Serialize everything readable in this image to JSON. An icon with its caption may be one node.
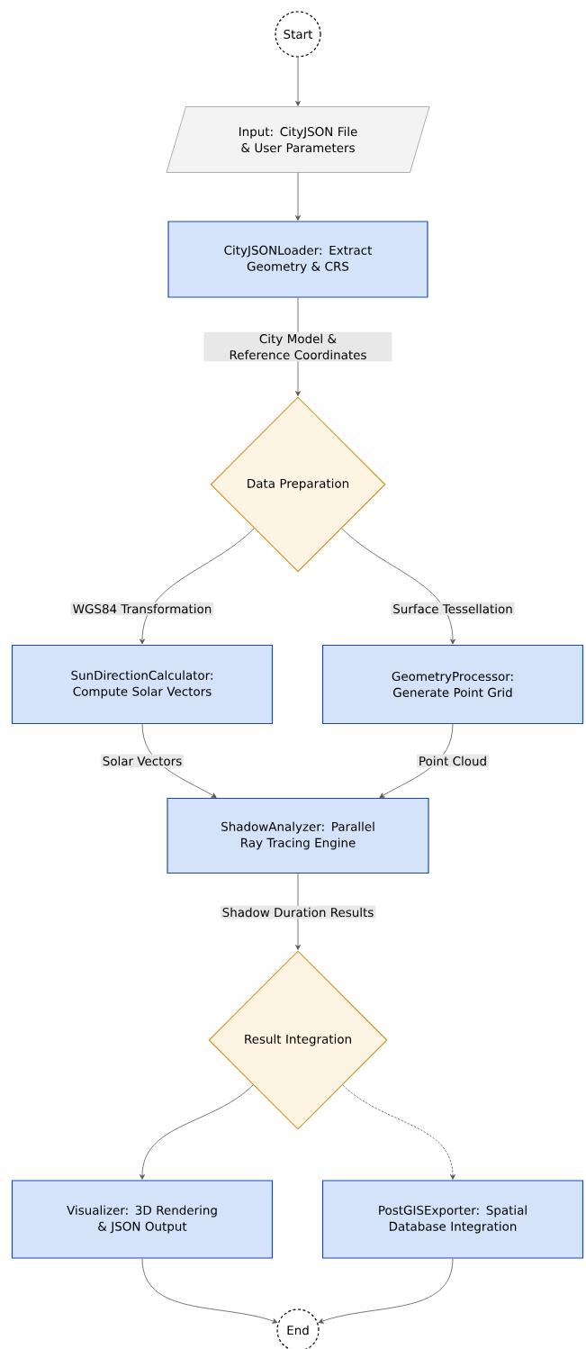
{
  "diagram": {
    "nodes": [
      {
        "text": [
          "Start"
        ]
      },
      {
        "text": [
          "Input: CityJSON File & User Parameters"
        ]
      },
      {
        "text": [
          "CityJSONLoader: Extract Geometry & CRS"
        ]
      },
      {
        "text": [
          "Data Preparation"
        ]
      },
      {
        "text": [
          "SunDirectionCalculator: Compute Solar Vectors"
        ]
      },
      {
        "text": [
          "GeometryProcessor: Generate Point Grid"
        ]
      },
      {
        "text": [
          "ShadowAnalyzer: Parallel Ray Tracing Engine"
        ]
      },
      {
        "text": [
          "Result Integration"
        ]
      },
      {
        "text": [
          "Visualizer: 3D Rendering & JSON Output"
        ]
      },
      {
        "text": [
          "PostGISExporter: Spatial Database Integration"
        ]
      },
      {
        "text": [
          "End"
        ]
      }
    ],
    "edges": [
      {
        "from": 0,
        "to": 1,
        "arrow": "to"
      },
      {
        "from": 1,
        "to": 2,
        "arrow": "to"
      },
      {
        "from": 2,
        "to": 3,
        "arrow": "to",
        "label": "City Model & Reference Coordinates"
      },
      {
        "from": 3,
        "to": 4,
        "arrow": "to",
        "label": "WGS84 Transformation"
      },
      {
        "from": 3,
        "to": 5,
        "arrow": "to",
        "label": "Surface Tessellation"
      },
      {
        "from": 4,
        "to": 6,
        "arrow": "to",
        "label": "Solar Vectors"
      },
      {
        "from": 5,
        "to": 6,
        "arrow": "to",
        "label": "Point Cloud"
      },
      {
        "from": 6,
        "to": 7,
        "arrow": "to",
        "label": "Shadow Duration Results"
      },
      {
        "from": 7,
        "to": 8,
        "arrow": "to"
      },
      {
        "from": 7,
        "to": 9,
        "arrow": "to",
        "style": "dashed"
      },
      {
        "from": 8,
        "to": 10,
        "arrow": "to"
      },
      {
        "from": 9,
        "to": 10,
        "arrow": "to"
      }
    ]
  }
}
